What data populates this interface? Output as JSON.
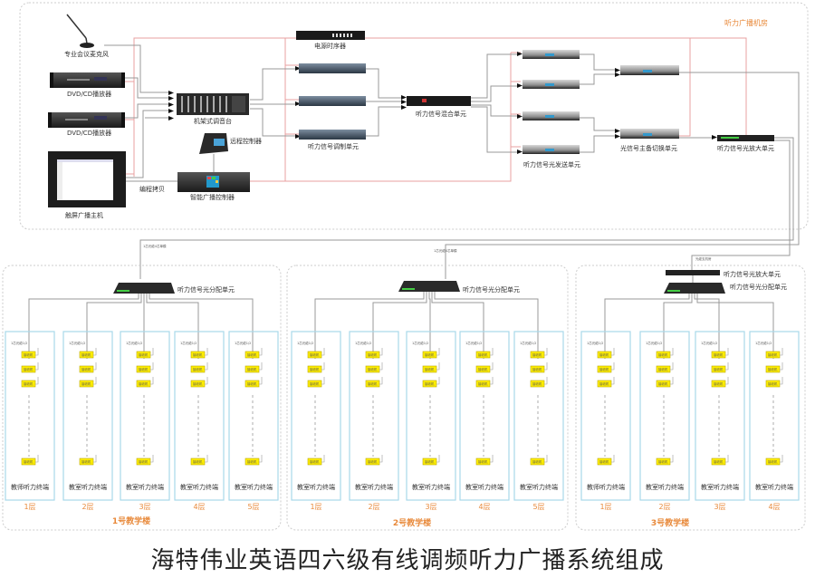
{
  "title": "海特伟业英语四六级有线调频听力广播系统组成",
  "control_room": {
    "label": "听力广播机房",
    "devices": {
      "microphone": "专业会议麦克风",
      "dvd1": "DVD/CD播放器",
      "dvd2": "DVD/CD播放器",
      "touch_host": "触屏广播主机",
      "mixer": "机架式调音台",
      "remote": "远程控制器",
      "smart_controller": "智能广播控制器",
      "program_copy": "编程拷贝",
      "power_sequencer": "电源时序器",
      "modulator": "听力信号调制单元",
      "mixer_unit": "听力信号混合单元",
      "transmitter": "听力信号光发送单元",
      "switch": "光信号主备切换单元",
      "amplifier": "听力信号光放大单元"
    }
  },
  "fiber_labels": {
    "b1": "1芯光缆4芯单模",
    "b2": "1芯光缆4芯单模",
    "b3": "光缆支机房"
  },
  "buildings": [
    {
      "name": "1号教学楼",
      "splitter": "听力信号光分配单元",
      "amplifier": null,
      "floors": [
        {
          "floor": "1层",
          "terminal": "教师听力终端",
          "cable": "1芯光缆1/2"
        },
        {
          "floor": "2层",
          "terminal": "教室听力终端",
          "cable": "1芯光缆1/2"
        },
        {
          "floor": "3层",
          "terminal": "教室听力终端",
          "cable": "1芯光缆1/2"
        },
        {
          "floor": "4层",
          "terminal": "教室听力终端",
          "cable": "1芯光缆1/2"
        },
        {
          "floor": "5层",
          "terminal": "教室听力终端",
          "cable": "1芯光缆1/2"
        }
      ]
    },
    {
      "name": "2号教学楼",
      "splitter": "听力信号光分配单元",
      "amplifier": null,
      "floors": [
        {
          "floor": "1层",
          "terminal": "教室听力终端",
          "cable": "1芯光缆1/2"
        },
        {
          "floor": "2层",
          "terminal": "教室听力终端",
          "cable": "1芯光缆1/2"
        },
        {
          "floor": "3层",
          "terminal": "教室听力终端",
          "cable": "1芯光缆1/2"
        },
        {
          "floor": "4层",
          "terminal": "教室听力终端",
          "cable": "1芯光缆1/2"
        },
        {
          "floor": "5层",
          "terminal": "教室听力终端",
          "cable": "1芯光缆1/2"
        }
      ]
    },
    {
      "name": "3号教学楼",
      "splitter": "听力信号光分配单元",
      "amplifier": "听力信号光放大单元",
      "floors": [
        {
          "floor": "1层",
          "terminal": "教师听力终端",
          "cable": "1芯光缆1/2"
        },
        {
          "floor": "2层",
          "terminal": "教室听力终端",
          "cable": "1芯光缆1/2"
        },
        {
          "floor": "3层",
          "terminal": "教室听力终端",
          "cable": "1芯光缆1/2"
        },
        {
          "floor": "4层",
          "terminal": "教室听力终端",
          "cable": "1芯光缆1/2"
        }
      ]
    }
  ],
  "receiver_label": "接收机",
  "colors": {
    "signal_line": "#999999",
    "power_line": "#e8a0a0",
    "accent_orange": "#e8893a",
    "room_box": "#a8d8ea",
    "receiver_fill": "#ffee00"
  }
}
